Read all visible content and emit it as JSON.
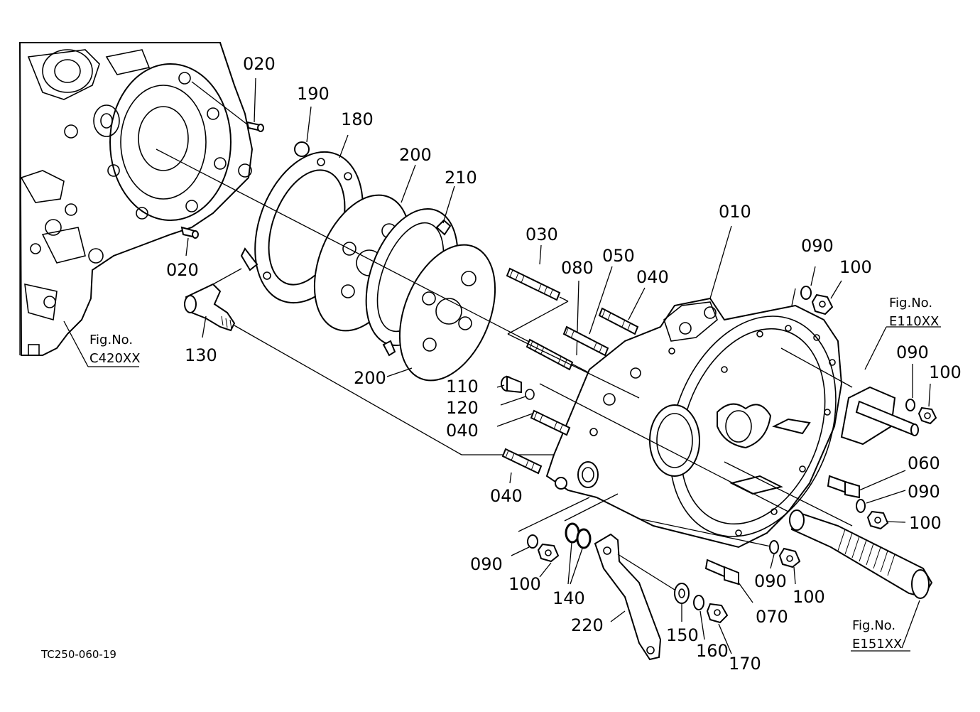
{
  "drawing_code": "TC250-060-19",
  "figure_refs": [
    {
      "id": "c420",
      "title": "Fig.No.",
      "code": "C420XX"
    },
    {
      "id": "e110",
      "title": "Fig.No.",
      "code": "E110XX"
    },
    {
      "id": "e151",
      "title": "Fig.No.",
      "code": "E151XX"
    }
  ],
  "callouts": [
    "020",
    "190",
    "180",
    "200",
    "210",
    "020",
    "030",
    "080",
    "050",
    "040",
    "010",
    "090",
    "100",
    "130",
    "200",
    "110",
    "120",
    "040",
    "040",
    "090",
    "100",
    "060",
    "090",
    "100",
    "090",
    "100",
    "140",
    "220",
    "150",
    "160",
    "170",
    "070",
    "090",
    "100"
  ]
}
